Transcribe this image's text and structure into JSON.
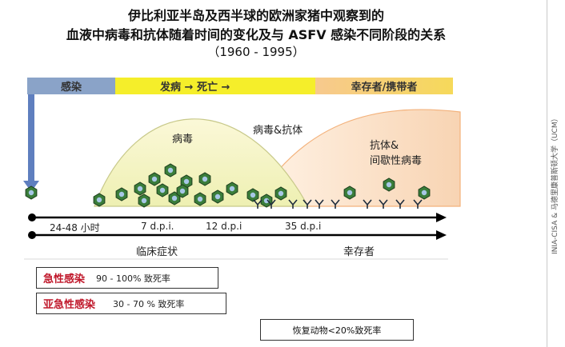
{
  "title": {
    "line1": "伊比利亚半岛及西半球的欧洲家猪中观察到的",
    "line2": "血液中病毒和抗体随着时间的变化及与 ASFV 感染不同阶段的关系",
    "line3": "（1960 - 1995）"
  },
  "phases": {
    "infection": "感染",
    "sick_death": "发病 → 死亡 →",
    "survivor_carrier": "幸存者/携带者"
  },
  "curve_labels": {
    "virus": "病毒",
    "virus_antibody": "病毒&抗体",
    "antibody_line1": "抗体&",
    "antibody_line2": "间歇性病毒"
  },
  "timeline": {
    "ticks": [
      "24-48 小时",
      "7 d.p.i.",
      "12 d.p.i",
      "35 d.p.i"
    ],
    "clinical": "临床症状",
    "survivor": "幸存者"
  },
  "legend": {
    "acute": {
      "name": "急性感染",
      "rate": "90 - 100% 致死率"
    },
    "subacute": {
      "name": "亚急性感染",
      "rate": "30 - 70 % 致死率"
    },
    "recovery": "恢复动物<20%致死率"
  },
  "side_credit": "INIA-CISA & 马德里康普斯顿大学（UCM）",
  "colors": {
    "virus_curve_fill": "#f6f3c4",
    "antibody_curve_fill": "#fbe5cf",
    "virus_icon_fill": "#3a7d3a",
    "antibody_icon": "#1f2d3d",
    "axis": "#000000",
    "legend_red": "#c0182b"
  }
}
